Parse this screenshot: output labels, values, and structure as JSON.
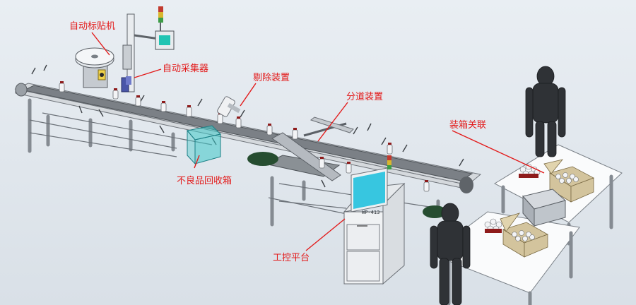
{
  "labels": {
    "auto_labeler": "自动标贴机",
    "auto_collector": "自动采集器",
    "reject_device": "剔除装置",
    "lane_divider": "分道装置",
    "boxing_link": "装箱关联",
    "reject_bin": "不良品回收箱",
    "control_platform": "工控平台"
  },
  "panel_text": "WP-413",
  "colors": {
    "callout": "#e31a1a",
    "screen": "#37c6e0",
    "cap": "#8e1b1b",
    "bin": "#3ec8c8"
  }
}
